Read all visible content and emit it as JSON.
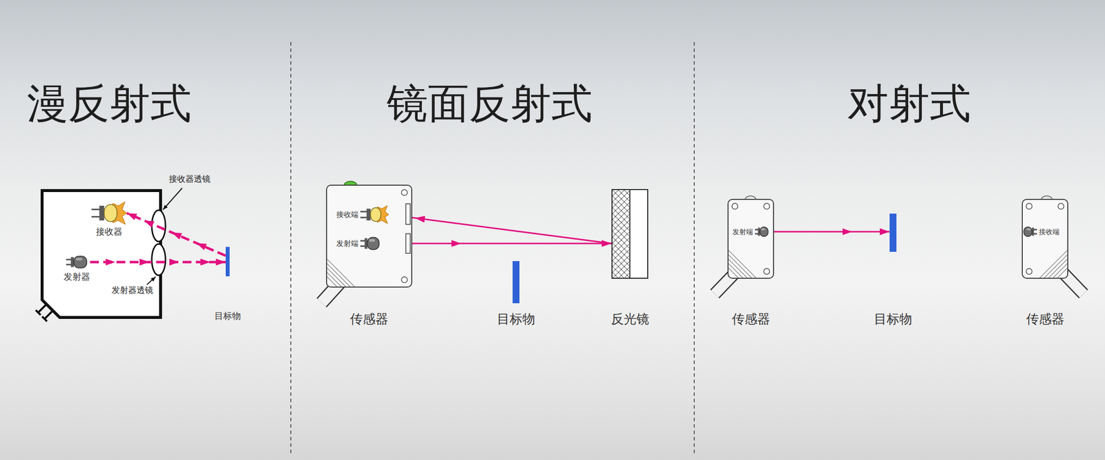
{
  "diagram": {
    "nodes": [
      {
        "text": [
          "接收器"
        ]
      },
      {
        "text": [
          "发射器"
        ]
      },
      {
        "text": [
          "目标物"
        ]
      },
      {
        "text": [
          "传感器"
        ]
      },
      {
        "text": [
          "接收端"
        ],
        "in": 3
      },
      {
        "text": [
          "发射端"
        ],
        "in": 3
      },
      {
        "text": [
          "目标物"
        ]
      },
      {
        "text": [
          "反光镜"
        ]
      },
      {
        "text": [
          "传感器"
        ]
      },
      {
        "text": [
          "发射端"
        ],
        "in": 8
      },
      {
        "text": [
          "目标物"
        ]
      },
      {
        "text": [
          "传感器"
        ]
      },
      {
        "text": [
          "接收端"
        ],
        "in": 11
      }
    ],
    "edges": [
      {
        "from": 1,
        "to": 2,
        "arrow": "to"
      },
      {
        "from": 2,
        "to": 0,
        "arrow": "to"
      },
      {
        "from": 5,
        "to": 7,
        "arrow": "to"
      },
      {
        "from": 7,
        "to": 4,
        "arrow": "to"
      },
      {
        "from": 9,
        "to": 10,
        "arrow": "to"
      }
    ],
    "labels": [
      "漫反射式",
      "接收器透镜",
      "发射器透镜",
      "镜面反射式",
      "对射式"
    ]
  }
}
